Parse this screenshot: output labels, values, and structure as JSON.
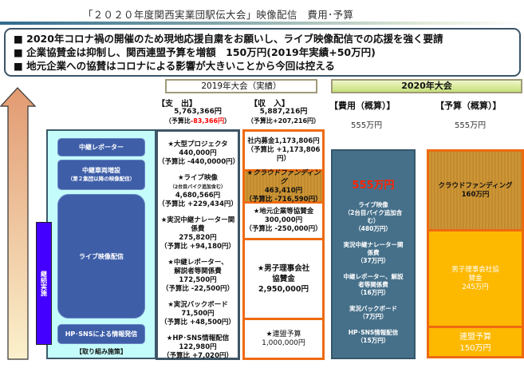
{
  "title": "「２０２０年度関西実業団駅伝大会」映像配信　費用･予算",
  "summary": [
    "■ 2020年コロナ禍の開催のため現地応援自粛をお願いし、ライブ映像配信での応援を強く要請",
    "■ 企業協賛金は抑制し、関西連盟予算を増額　150万円(2019年実績+50万円)",
    "■ 地元企業への協賛はコロナによる影響が大きいことから今回は控える"
  ],
  "header_2019": "2019年大会（実績）",
  "header_2020": "2020年大会",
  "initiatives": {
    "items": [
      "中継レポーター",
      "中継車両増設",
      "（第２集団以降の映像配信）",
      "ライブ映像配信",
      "HP･SNSによる情報発信"
    ],
    "label": "【取り組み施策】",
    "continuing": "継続実施"
  },
  "expense_2019": {
    "heading": "【支　出】",
    "total": "5,763,366円",
    "diff_prefix": "（予算比",
    "diff": "-83,366円",
    "diff_suffix": "）",
    "diff_color": "#ff0000",
    "items": [
      {
        "name": "★大型プロジェクタ",
        "note": "",
        "amount": "440,000円",
        "diff": "（予算比 -440,0000円）"
      },
      {
        "name": "★ライブ映像",
        "note": "（2台目バイク追加含む）",
        "amount": "4,680,566円",
        "diff": "（予算比 +229,434円）"
      },
      {
        "name": "★実況中継ナレーター関係費",
        "note": "",
        "amount": "275,820円",
        "diff": "（予算比 +94,180円）"
      },
      {
        "name": "★中継レポーター、解説者等関係費",
        "note": "",
        "amount": "172,500円",
        "diff": "（予算比 -22,500円）"
      },
      {
        "name": "★実況バックボード",
        "note": "",
        "amount": "71,500円",
        "diff": "（予算比 +48,500円）"
      },
      {
        "name": "★HP･SNS情報配信",
        "note": "",
        "amount": "122,980円",
        "diff": "（予算比 +7,020円）"
      }
    ]
  },
  "income_2019": {
    "heading": "【収　入】",
    "total": "5,887,216円",
    "diff": "（予算比+207,216円）",
    "items": [
      {
        "name": "社内募金1,173,806円",
        "amount": "",
        "diff": "（予算比 +1,173,806円）"
      },
      {
        "name": "★クラウドファンディング",
        "amount": "463,410円",
        "diff": "（予算比 -716,590円）"
      },
      {
        "name": "★地元企業等協賛金",
        "amount": "300,000円",
        "diff": "（予算比 -250,000円）"
      },
      {
        "name": "★男子理事会社協賛金",
        "amount": "2,950,000円",
        "diff": ""
      },
      {
        "name": "★連盟予算",
        "amount": "1,000,000円",
        "diff": ""
      }
    ]
  },
  "cost_2020": {
    "heading": "【費用（概算）】",
    "total": "555万円",
    "big": "555万円",
    "items": [
      {
        "name": "ライブ映像",
        "note": "（2台目バイク追加含む）",
        "amount": "（480万円）"
      },
      {
        "name": "実況中継ナレーター関係費",
        "note": "",
        "amount": "（37万円）"
      },
      {
        "name": "中継レポーター、解説者等関係費",
        "note": "",
        "amount": "（16万円）"
      },
      {
        "name": "実況バックボード",
        "note": "",
        "amount": "（7万円）"
      },
      {
        "name": "HP･SNS情報配信",
        "note": "",
        "amount": "（15万円）"
      }
    ]
  },
  "budget_2020": {
    "heading": "【予算（概算）】",
    "total": "555万円",
    "items": [
      {
        "name": "クラウドファンディング",
        "amount": "160万円"
      },
      {
        "name": "男子理事会社協賛金",
        "amount": "245万円"
      },
      {
        "name": "連盟予算",
        "amount": "150万円"
      }
    ]
  }
}
